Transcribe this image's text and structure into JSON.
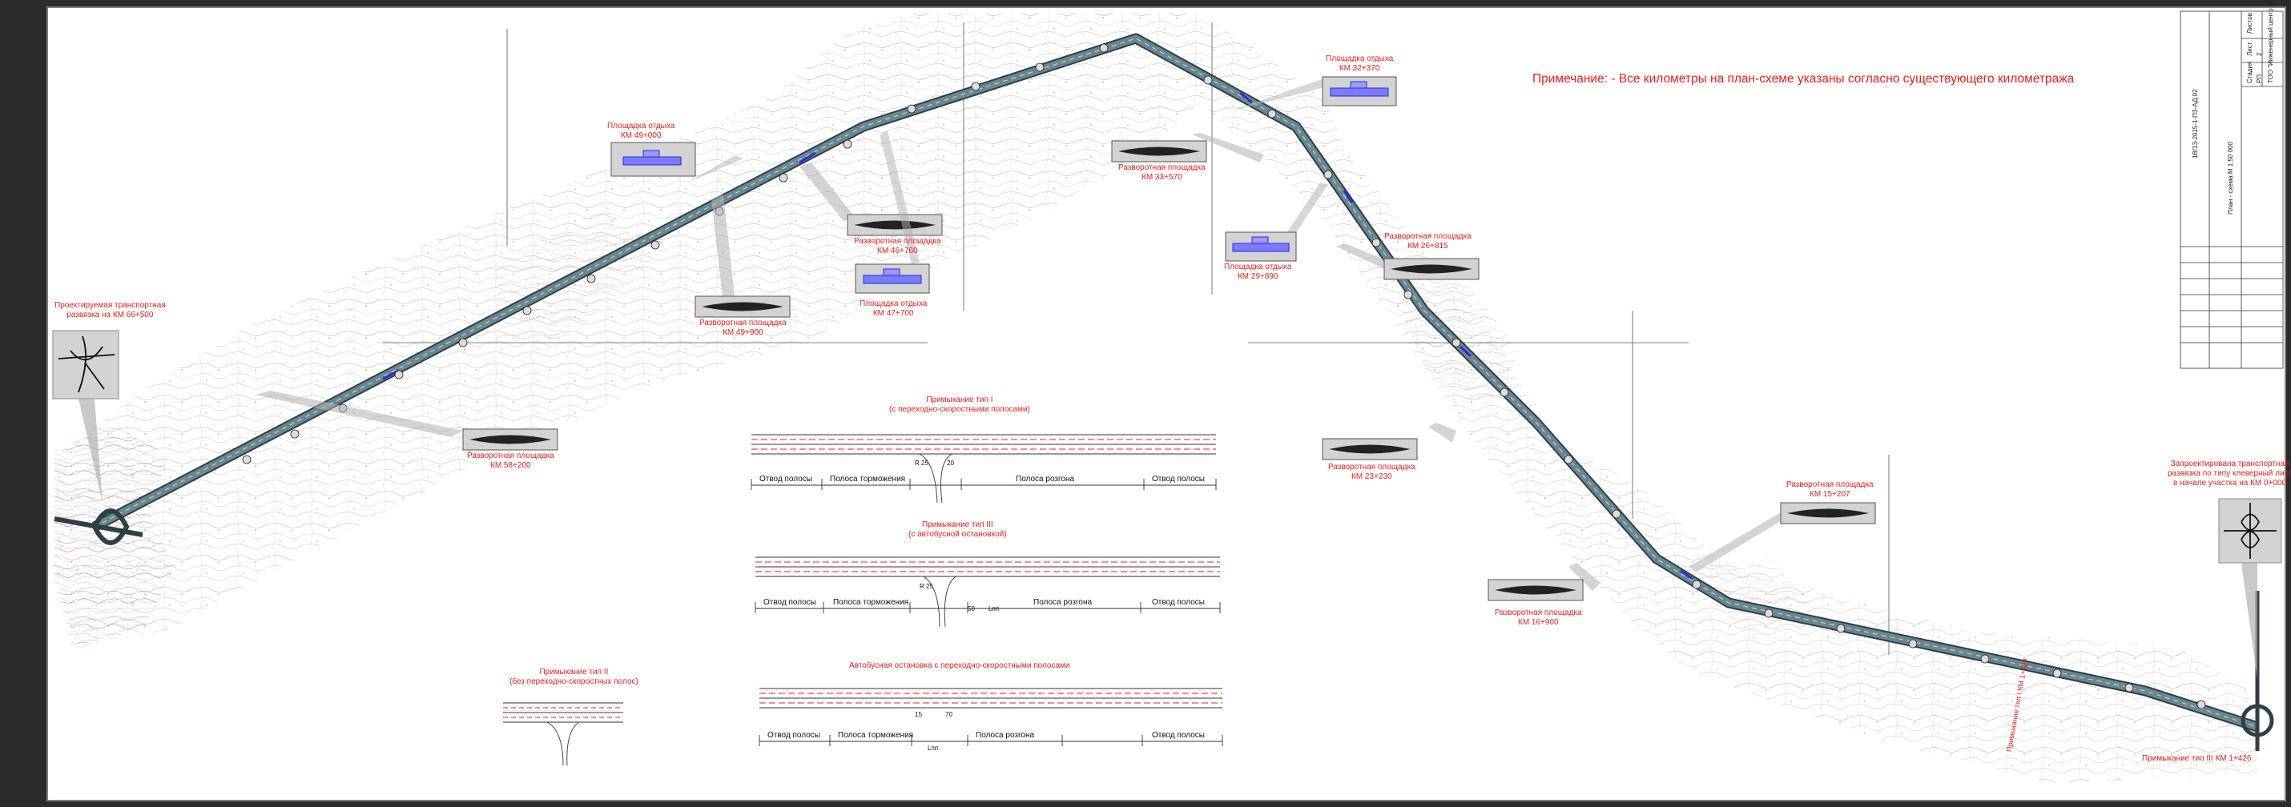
{
  "note": "Примечание: - Все километры на план-схеме указаны согласно существующего километража",
  "labels": {
    "interchange_left": [
      "Проектируемая транспортная",
      "развязка на КМ 66+500"
    ],
    "interchange_right": [
      "Запроектирована транспортная",
      "развязка по типу клеверный лист",
      "в начале участка на КМ 0+000"
    ],
    "rest_49": [
      "Площадка отдыха",
      "КМ 49+000"
    ],
    "rest_47": [
      "Площадка отдыха",
      "КМ 47+700"
    ],
    "rest_32": [
      "Площадка отдыха",
      "КМ 32+370"
    ],
    "rest_29": [
      "Площадка отдыха",
      "КМ 29+890"
    ],
    "turn_58": [
      "Разворотная площадка",
      "КМ 58+200"
    ],
    "turn_49": [
      "Разворотная площадка",
      "КМ 49+900"
    ],
    "turn_46": [
      "Разворотная площадка",
      "КМ 46+760"
    ],
    "turn_33": [
      "Разворотная площадка",
      "КМ 33+570"
    ],
    "turn_26": [
      "Разворотная площадка",
      "КМ 26+815"
    ],
    "turn_23": [
      "Разворотная площадка",
      "КМ 23+230"
    ],
    "turn_16": [
      "Разворотная площадка",
      "КМ 16+900"
    ],
    "turn_15": [
      "Разворотная площадка",
      "КМ 15+207"
    ]
  },
  "details": {
    "type1": [
      "Примыкание тип I",
      "(с переходно-скоростными полосами)"
    ],
    "type3": [
      "Примыкание тип III",
      "(с автобусной остановкой)"
    ],
    "type2": [
      "Примыкание тип II",
      "(без переходно-скоростных полос)"
    ],
    "bus": "Автобусная остановка с переходно-скоростными полосами",
    "seg_otvod": "Отвод полосы",
    "seg_torm": "Полоса торможения",
    "seg_razgon": "Полоса розгона",
    "r25": "R 25",
    "d70": "70",
    "d20": "20",
    "d50": "50",
    "d15": "15",
    "lpr": "Lпп"
  },
  "rotated": [
    "Примыкание тип I КМ 1+429",
    "Примыкание тип III КМ 1+426"
  ],
  "title_block": {
    "code": "1В/13-2015-1-ПЗ-АД.02",
    "sheet_title": "План - схема М 1:50 000",
    "org": "ТОО \"Инженерный центр АСТАНА\"",
    "stage": "Стадия",
    "sheet": "Лист",
    "sheets": "Листов",
    "stage_val": "РП",
    "sheet_val": "2"
  },
  "colors": {
    "road": "#5b7680",
    "road_edge": "#2e3f46",
    "label": "#e8201c",
    "contour": "#b3b3b3",
    "accent_blue": "#2b2bd9"
  }
}
